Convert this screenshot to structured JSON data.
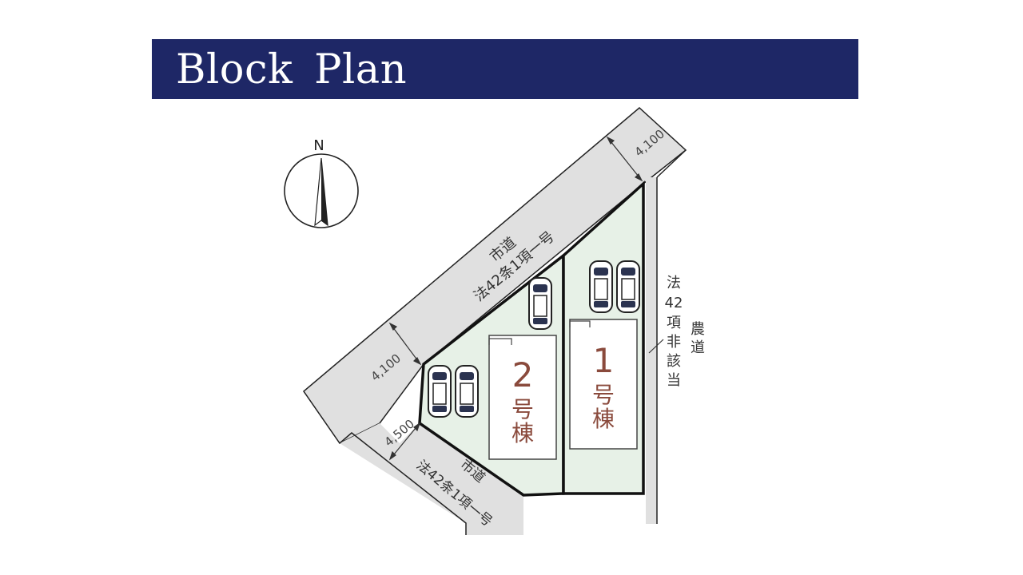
{
  "banner": {
    "title": "Block Plan",
    "background": "#1e2766"
  },
  "compass": {
    "north_label": "N"
  },
  "roads": {
    "north_road": {
      "line1": "市道",
      "line2": "法42条1項一号",
      "width_label": "4,100"
    },
    "west_road_width_label": "4,100",
    "south_road": {
      "line1": "市道",
      "line2": "法42条1項一号",
      "width_label": "4,500"
    },
    "east_road": {
      "name_col": [
        "農",
        "道"
      ],
      "law_col": [
        "法",
        "42",
        "項",
        "非",
        "該",
        "当"
      ]
    }
  },
  "buildings": [
    {
      "number": "2",
      "suffix_1": "号",
      "suffix_2": "棟"
    },
    {
      "number": "1",
      "suffix_1": "号",
      "suffix_2": "棟"
    }
  ],
  "colors": {
    "lot_fill": "#e7f1e7",
    "road_fill": "#e0e0e0",
    "building_label": "#8a4a3c"
  }
}
